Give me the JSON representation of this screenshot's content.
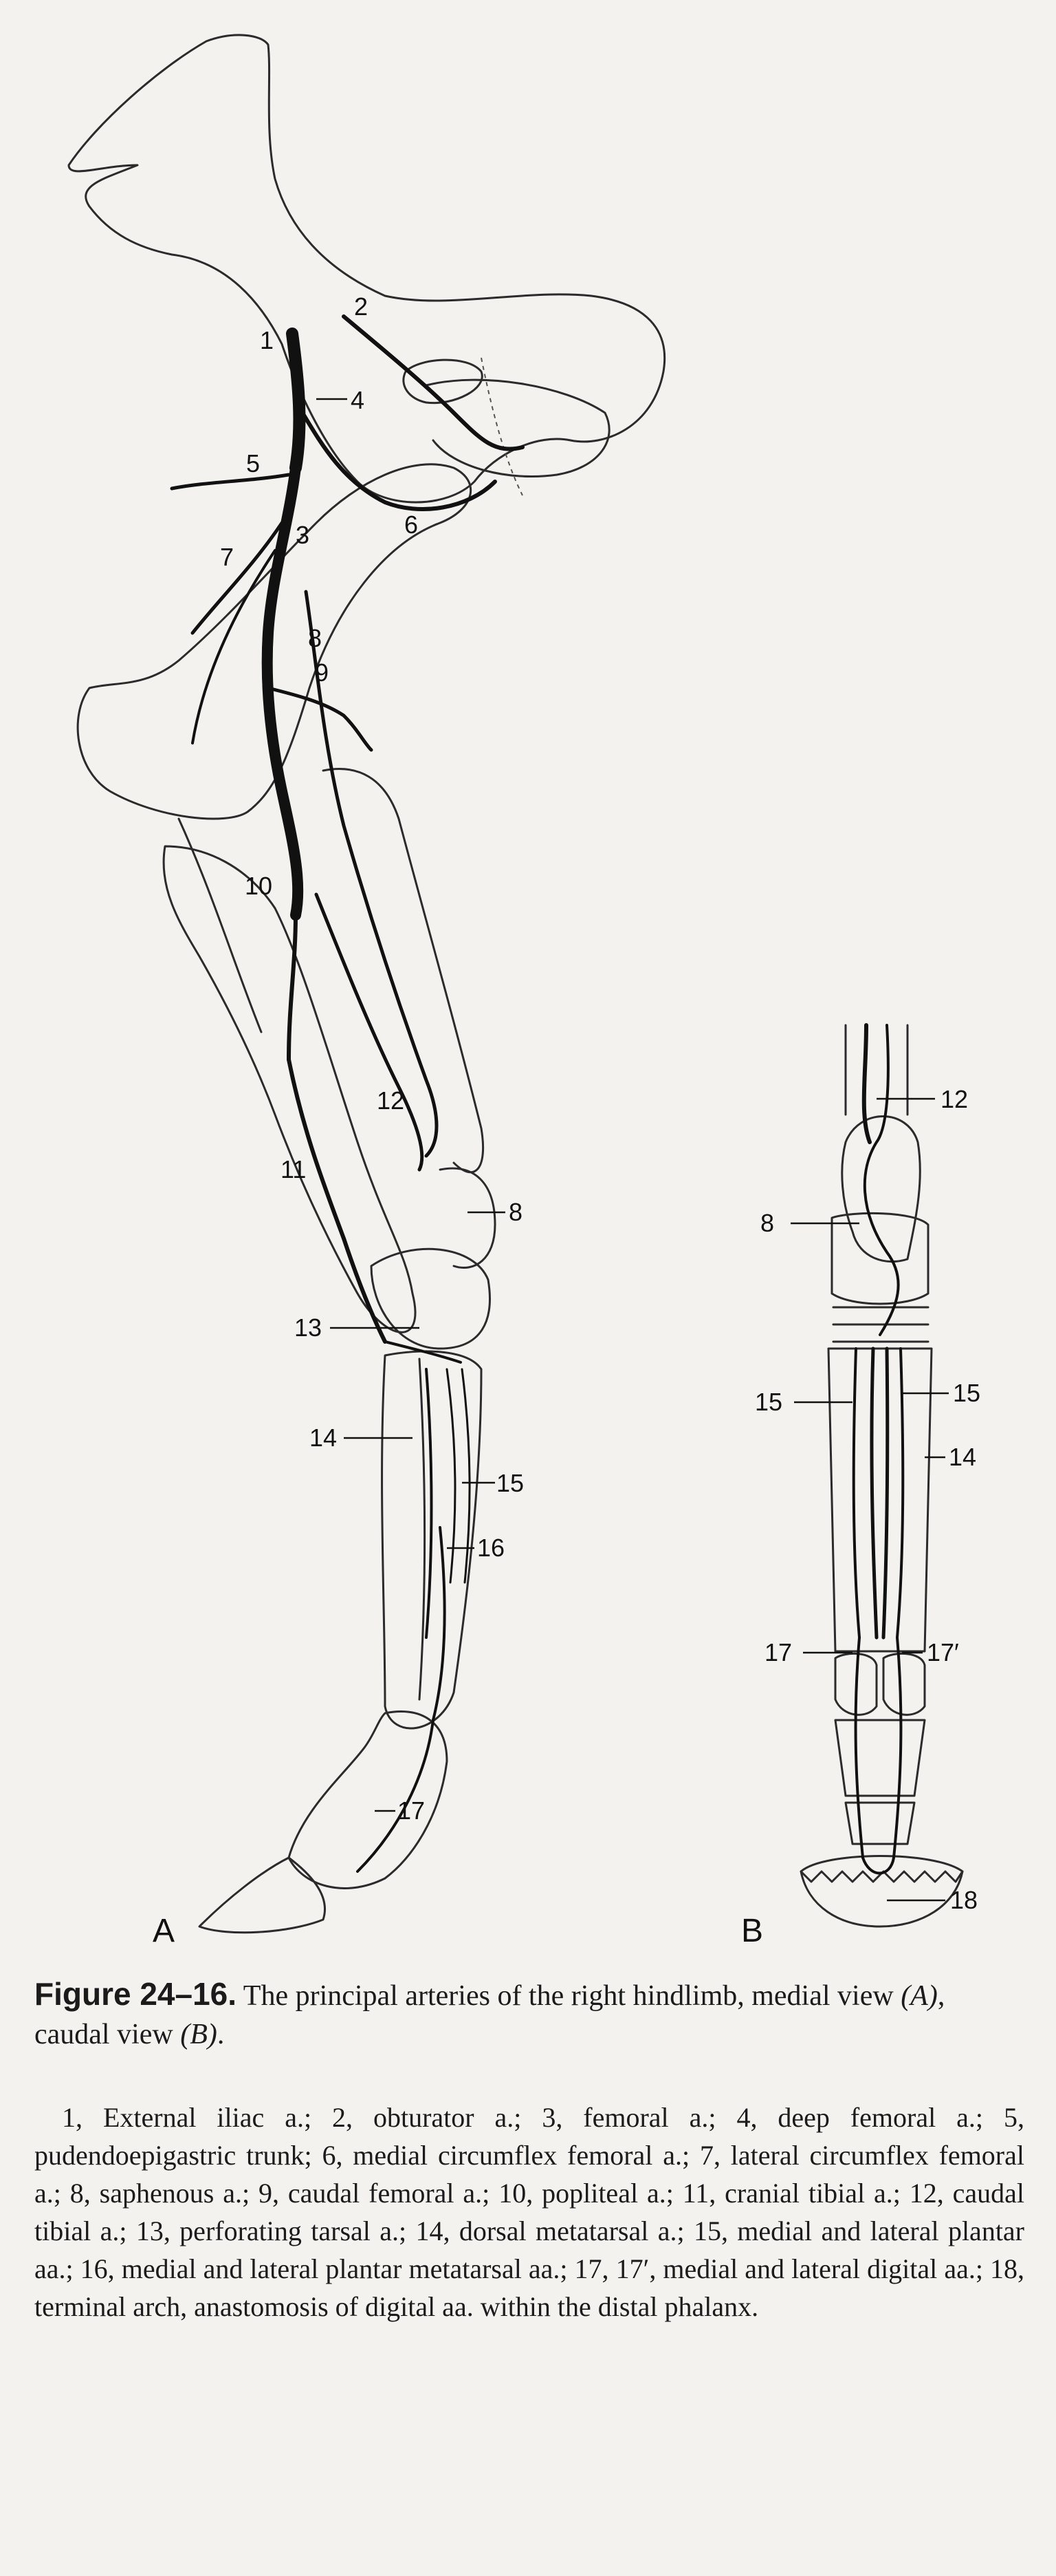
{
  "figure": {
    "number": "Figure 24–16.",
    "caption_pre": "The principal arteries of the right hindlimb, medial view ",
    "caption_view_a": "(A)",
    "caption_mid": ", caudal view ",
    "caption_view_b": "(B)",
    "caption_end": "."
  },
  "panels": {
    "a": "A",
    "b": "B"
  },
  "labels_a": {
    "l1": "1",
    "l2": "2",
    "l3": "3",
    "l4": "4",
    "l5": "5",
    "l6": "6",
    "l7": "7",
    "l8": "8",
    "l9": "9",
    "l10": "10",
    "l11": "11",
    "l12": "12",
    "l13": "13",
    "l14": "14",
    "l15": "15",
    "l16": "16",
    "l17": "17",
    "l8b": "8"
  },
  "labels_b": {
    "l12": "12",
    "l8": "8",
    "l15_left": "15",
    "l15_right": "15",
    "l14": "14",
    "l17": "17",
    "l17p": "17′",
    "l18": "18"
  },
  "legend": "1, External iliac a.; 2, obturator a.; 3, femoral a.; 4, deep femoral a.; 5, pudendoepigastric trunk; 6, medial circumflex femoral a.; 7, lateral circumflex femoral a.; 8, saphenous a.; 9, caudal femoral a.; 10, popliteal a.; 11, cranial tibial a.; 12, caudal tibial a.; 13, perforating tarsal a.; 14, dorsal metatarsal a.; 15, medial and lateral plantar aa.; 16, medial and lateral plantar metatarsal aa.; 17, 17′, medial and lateral digital aa.; 18, terminal arch, anastomosis of digital aa. within the distal phalanx."
}
